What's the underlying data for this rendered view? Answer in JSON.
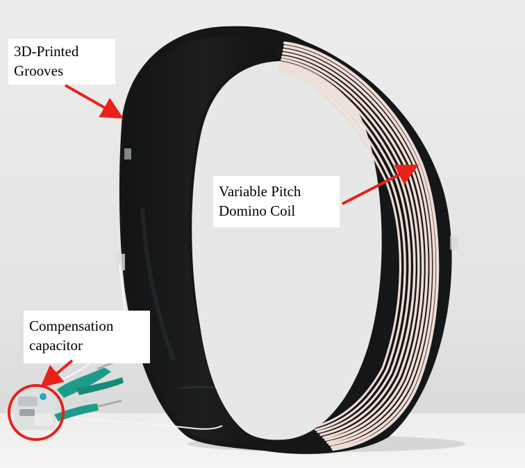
{
  "figure": {
    "callouts": {
      "grooves": {
        "line1": "3D-Printed",
        "line2": "Grooves"
      },
      "coil": {
        "line1": "Variable Pitch",
        "line2": "Domino Coil"
      },
      "capacitor": {
        "line1": "Compensation",
        "line2": "capacitor"
      }
    },
    "colors": {
      "background": "#e9ebea",
      "table": "#f1f1ef",
      "ring_black": "#17191a",
      "wire": "#efdcd4",
      "clip_green": "#1e9c8a",
      "annotation_red": "#e8211b"
    }
  }
}
